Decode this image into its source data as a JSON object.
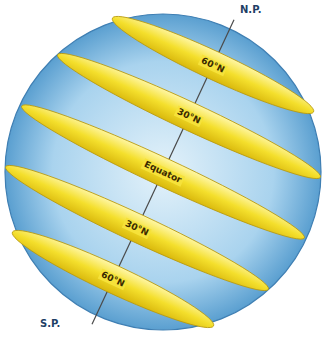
{
  "diagram": {
    "nodes": [
      {
        "text": [
          "60°N"
        ]
      },
      {
        "text": [
          "30°N"
        ]
      },
      {
        "text": [
          "Equator"
        ]
      },
      {
        "text": [
          "30°N"
        ]
      },
      {
        "text": [
          "60°N"
        ]
      }
    ],
    "labels": [
      "N.P.",
      "S.P."
    ]
  }
}
